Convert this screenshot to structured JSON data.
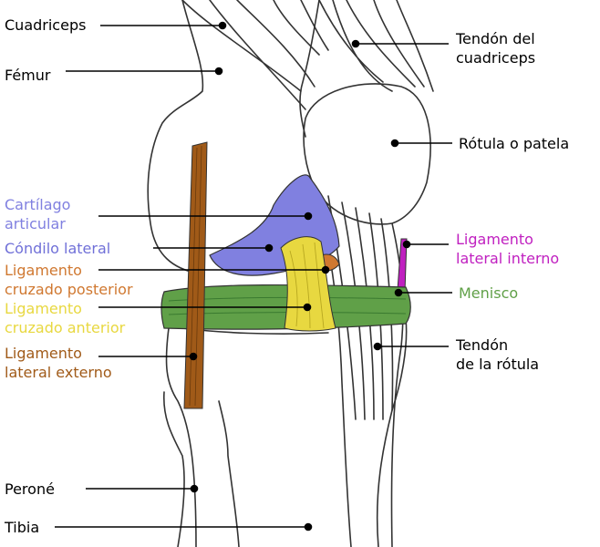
{
  "colors": {
    "cartilago": "#8080e0",
    "condilo": "#7070d8",
    "lcp": "#d07830",
    "lca": "#e8d840",
    "lle": "#a05a18",
    "lli": "#c020c0",
    "menisco": "#60a048",
    "line": "#000000",
    "outline": "#333333"
  },
  "labels": {
    "cuadriceps": {
      "lines": [
        "Cuadriceps"
      ]
    },
    "femur": {
      "lines": [
        "Fémur"
      ]
    },
    "cartilago": {
      "lines": [
        "Cartílago",
        "articular"
      ]
    },
    "condilo": {
      "lines": [
        "Cóndilo lateral"
      ]
    },
    "lcp": {
      "lines": [
        "Ligamento",
        "cruzado posterior"
      ]
    },
    "lca": {
      "lines": [
        "Ligamento",
        "cruzado anterior"
      ]
    },
    "lle": {
      "lines": [
        "Ligamento",
        "lateral externo"
      ]
    },
    "perone": {
      "lines": [
        "Peroné"
      ]
    },
    "tibia": {
      "lines": [
        "Tibia"
      ]
    },
    "tendon_cuad": {
      "lines": [
        "Tendón del",
        "cuadriceps"
      ]
    },
    "rotula": {
      "lines": [
        "Rótula o patela"
      ]
    },
    "lli": {
      "lines": [
        "Ligamento",
        "lateral interno"
      ]
    },
    "menisco": {
      "lines": [
        "Menisco"
      ]
    },
    "tendon_rot": {
      "lines": [
        "Tendón",
        "de la rótula"
      ]
    }
  }
}
